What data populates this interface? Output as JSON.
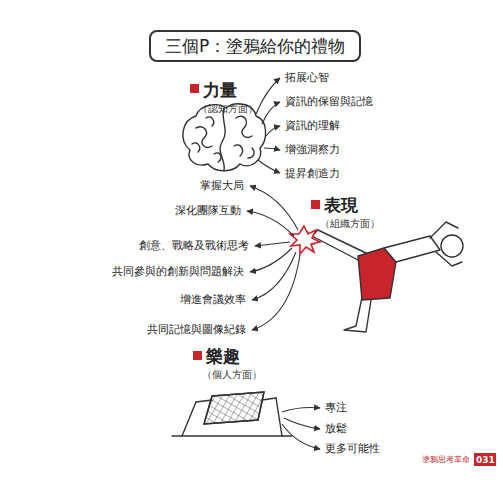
{
  "diagram": {
    "title": "三個P：塗鴉給你的禮物",
    "labels": [
      "力量",
      "（認知方面）",
      "拓展心智",
      "資訊的保留與記憶",
      "資訊的理解",
      "增強洞察力",
      "提昇創造力",
      "表現",
      "（組織方面）",
      "掌握大局",
      "深化團隊互動",
      "創意、戰略及戰術思考",
      "共同參與的創新與問題解決",
      "增進會議效率",
      "共同記憶與圖像紀錄",
      "樂趣",
      "（個人方面）",
      "專注",
      "放鬆",
      "更多可能性",
      "塗鴉思考革命",
      "031"
    ]
  }
}
